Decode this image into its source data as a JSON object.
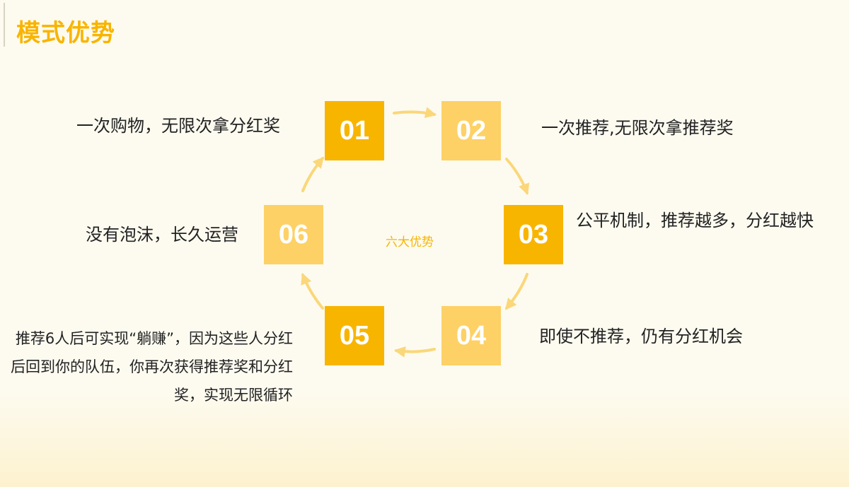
{
  "title": "模式优势",
  "center_label": "六大优势",
  "steps": [
    {
      "num": "01",
      "text": "一次购物，无限次拿分红奖"
    },
    {
      "num": "02",
      "text": "一次推荐,无限次拿推荐奖"
    },
    {
      "num": "03",
      "text": "公平机制，推荐越多，分红越快"
    },
    {
      "num": "04",
      "text": "即使不推荐，仍有分红机会"
    },
    {
      "num": "05",
      "text": "推荐6人后可实现“躺赚”，因为这些人分红后回到你的队伍，你再次获得推荐奖和分红奖，实现无限循环"
    },
    {
      "num": "06",
      "text": "没有泡沫，长久运营"
    }
  ],
  "colors": {
    "accent": "#f8b500",
    "light": "#fdd166",
    "arrow": "#fbd77a"
  }
}
